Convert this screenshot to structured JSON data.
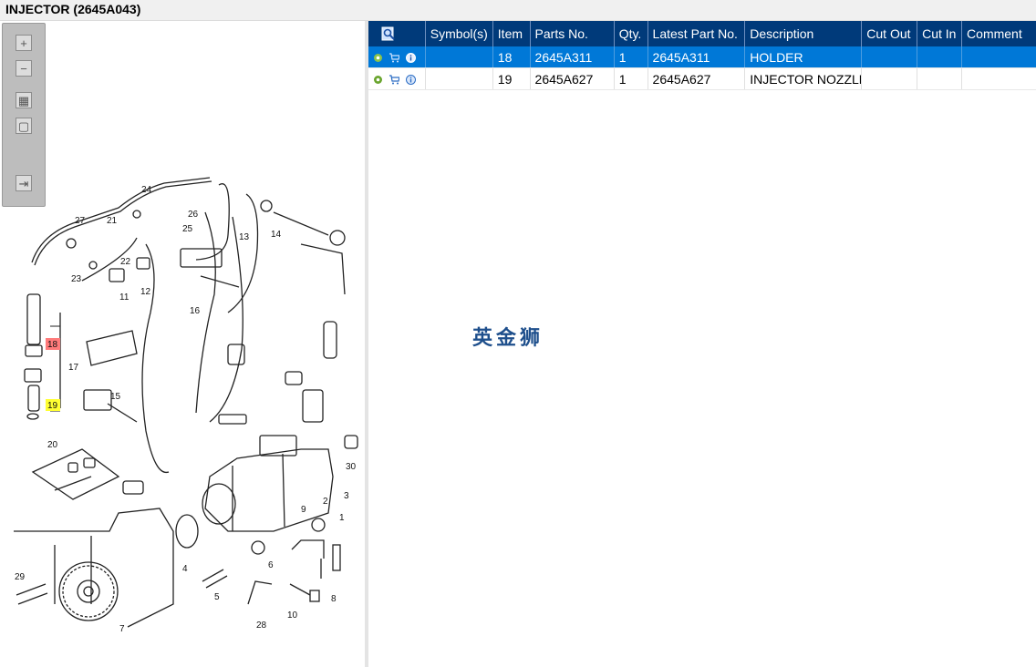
{
  "window": {
    "title": "INJECTOR (2645A043)"
  },
  "toolbar": {
    "buttons": [
      {
        "icon": "zoom-in-icon",
        "glyph": "+"
      },
      {
        "icon": "zoom-out-icon",
        "glyph": "−"
      },
      {
        "icon": "fit-view-icon",
        "glyph": "▦"
      },
      {
        "icon": "actual-size-icon",
        "glyph": "▢"
      },
      {
        "icon": "export-icon",
        "glyph": "⇥"
      }
    ]
  },
  "diagram": {
    "callouts": [
      "24",
      "27",
      "21",
      "26",
      "25",
      "13",
      "14",
      "22",
      "23",
      "12",
      "11",
      "16",
      "18",
      "17",
      "19",
      "15",
      "20",
      "30",
      "2",
      "3",
      "9",
      "1",
      "4",
      "6",
      "5",
      "29",
      "7",
      "28",
      "10",
      "8"
    ],
    "highlights": {
      "18": "#ff7b7b",
      "19": "#ffff33"
    }
  },
  "table": {
    "columns": [
      "Symbol(s)",
      "Item",
      "Parts No.",
      "Qty.",
      "Latest Part No.",
      "Description",
      "Cut Out",
      "Cut In",
      "Comment"
    ],
    "rows": [
      {
        "item": "18",
        "part_no": "2645A311",
        "qty": "1",
        "latest_part_no": "2645A311",
        "description": "HOLDER",
        "cut_out": "",
        "cut_in": "",
        "comment": "",
        "selected": true
      },
      {
        "item": "19",
        "part_no": "2645A627",
        "qty": "1",
        "latest_part_no": "2645A627",
        "description": "INJECTOR NOZZLE",
        "cut_out": "",
        "cut_in": "",
        "comment": "",
        "selected": false
      }
    ]
  },
  "watermark": "英金狮",
  "colors": {
    "header_bg": "#003a7a",
    "selected_row": "#0078d7",
    "toolbar_bg": "#bdbdbd"
  }
}
